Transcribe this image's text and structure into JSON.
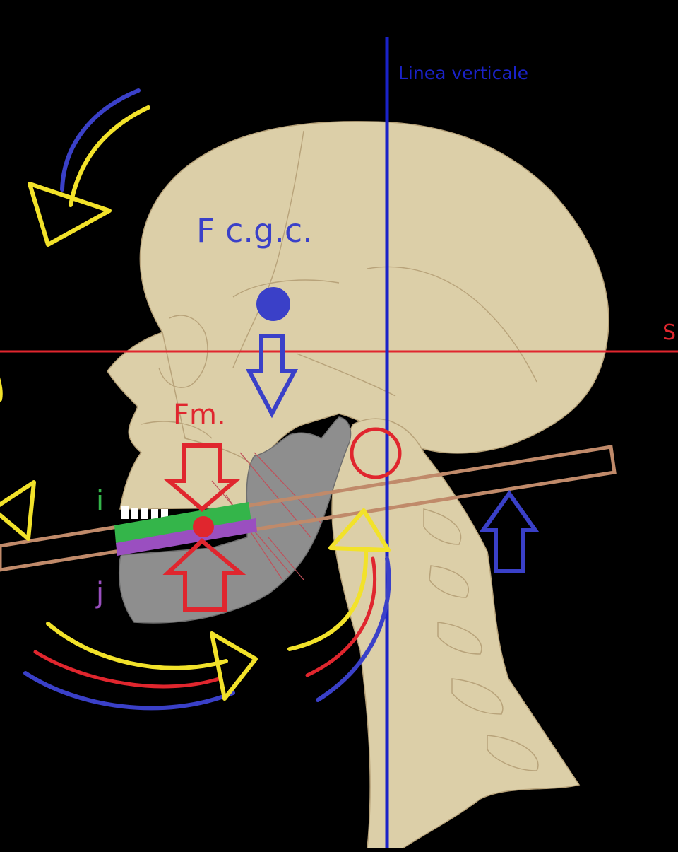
{
  "labels": {
    "vertical_line": "Linea verticale",
    "horizontal_line_cut": "S",
    "force_cgc": "F c.g.c.",
    "force_masticatory": "Fm.",
    "label_i": "i",
    "label_j": "j"
  },
  "colors": {
    "background": "#000000",
    "bone": "#dccfa8",
    "bone_line": "#b8a37a",
    "mandible": "#8e8e8e",
    "blue": "#3a40c8",
    "vertical_line": "#1a22c8",
    "red": "#e0262e",
    "yellow": "#f2e22a",
    "green": "#34b54a",
    "purple": "#9a4fc0",
    "plane_outline": "#c08a6a"
  }
}
